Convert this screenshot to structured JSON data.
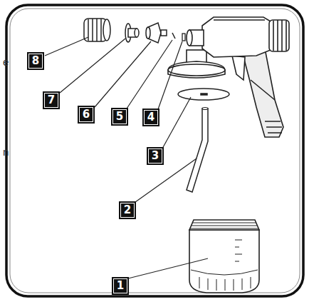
{
  "diagram": {
    "labels": [
      "e",
      "n",
      "8",
      "7",
      "6",
      "5",
      "4",
      "3",
      "2",
      "1"
    ]
  }
}
